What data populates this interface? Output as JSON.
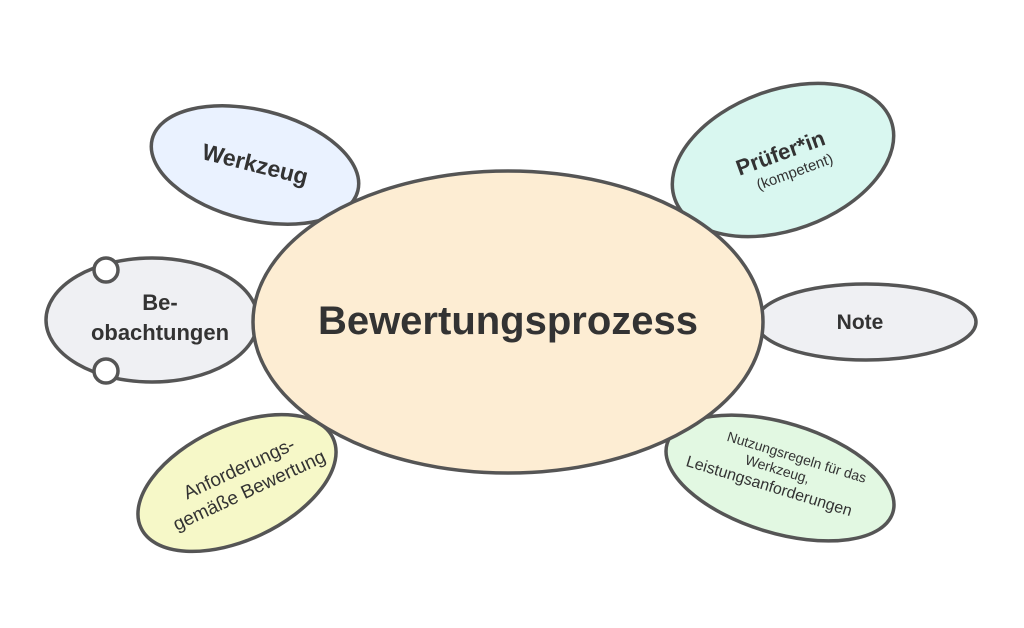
{
  "diagram": {
    "center": {
      "label": "Bewertungsprozess",
      "fill": "#fdedd3"
    },
    "nodes": {
      "werkzeug": {
        "label": "Werkzeug",
        "fill": "#eaf2ff"
      },
      "pruefer": {
        "label": "Prüfer*in",
        "sublabel": "(kompetent)",
        "fill": "#d9f7f0"
      },
      "beobachtungen": {
        "line1": "Be-",
        "line2": "obachtungen",
        "fill": "#eff0f3"
      },
      "note": {
        "label": "Note",
        "fill": "#eff0f3"
      },
      "anforderungen": {
        "line1": "Anforderungs-",
        "line2": "gemäße Bewertung",
        "fill": "#f6f8c8"
      },
      "nutzungsregeln": {
        "line1": "Nutzungsregeln für das",
        "line2": "Werkzeug,",
        "line3": "Leistungsanforderungen",
        "fill": "#e2f8e2"
      }
    }
  }
}
